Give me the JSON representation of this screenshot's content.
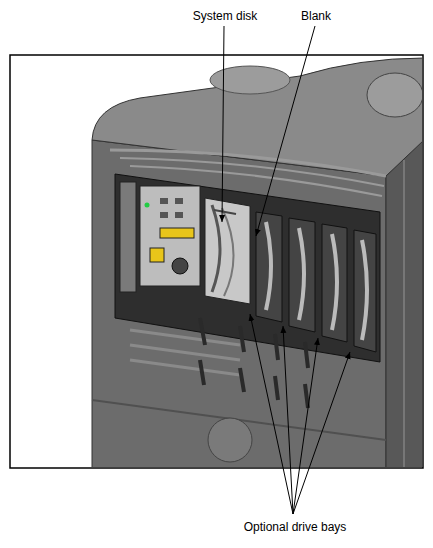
{
  "diagram": {
    "labels": [
      "System disk",
      "Blank",
      "Optional drive bays"
    ]
  }
}
